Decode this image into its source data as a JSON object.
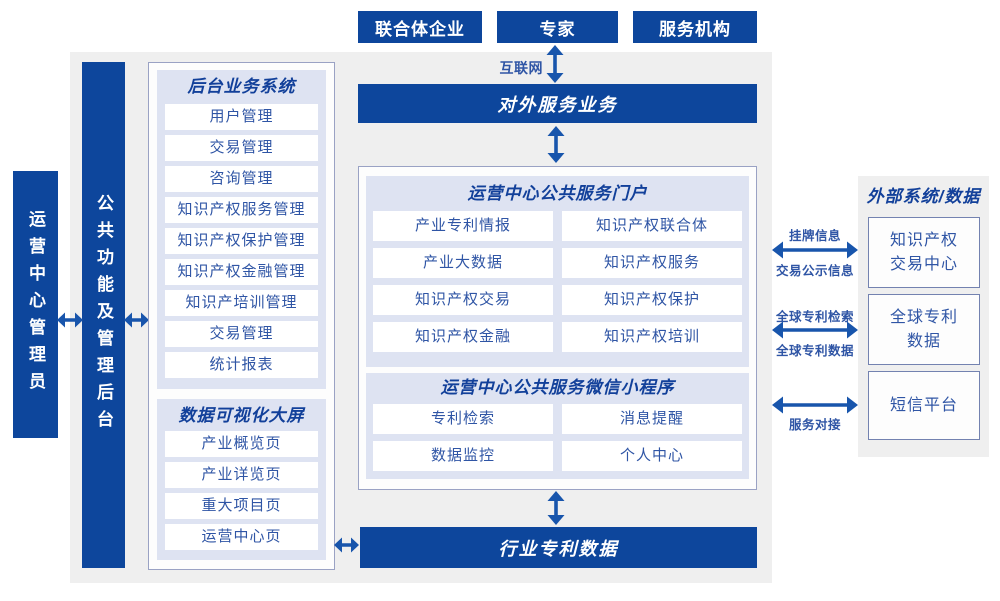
{
  "colors": {
    "primary": "#0d469c",
    "arrow": "#1855ac",
    "panel_bg": "#fdfdfd",
    "section_bg": "#dee3f2",
    "canvas_gray": "#efefef",
    "item_text": "#2f55a5",
    "title_text": "#12409a"
  },
  "top_actors": [
    "联合体企业",
    "专家",
    "服务机构"
  ],
  "internet_label": "互联网",
  "external_service_bar": "对外服务业务",
  "left_rail": {
    "admin": "运营中心管理员",
    "backend": "公共功能及管理后台"
  },
  "backoffice": {
    "back_system": {
      "title": "后台业务系统",
      "items": [
        "用户管理",
        "交易管理",
        "咨询管理",
        "知识产权服务管理",
        "知识产权保护管理",
        "知识产权金融管理",
        "知识产培训管理",
        "交易管理",
        "统计报表"
      ]
    },
    "dashboard": {
      "title": "数据可视化大屏",
      "items": [
        "产业概览页",
        "产业详览页",
        "重大项目页",
        "运营中心页"
      ]
    }
  },
  "center": {
    "portal": {
      "title": "运营中心公共服务门户",
      "rows": [
        [
          "产业专利情报",
          "知识产权联合体"
        ],
        [
          "产业大数据",
          "知识产权服务"
        ],
        [
          "知识产权交易",
          "知识产权保护"
        ],
        [
          "知识产权金融",
          "知识产权培训"
        ]
      ]
    },
    "miniprogram": {
      "title": "运营中心公共服务微信小程序",
      "rows": [
        [
          "专利检索",
          "消息提醒"
        ],
        [
          "数据监控",
          "个人中心"
        ]
      ]
    }
  },
  "industry_bar": "行业专利数据",
  "external": {
    "title": "外部系统/数据",
    "systems": [
      "知识产权\n交易中心",
      "全球专利\n数据",
      "短信平台"
    ],
    "link_labels": [
      {
        "above": "挂牌信息",
        "below": "交易公示信息"
      },
      {
        "above": "全球专利检索",
        "below": "全球专利数据"
      },
      {
        "above": "",
        "below": "服务对接"
      }
    ]
  }
}
